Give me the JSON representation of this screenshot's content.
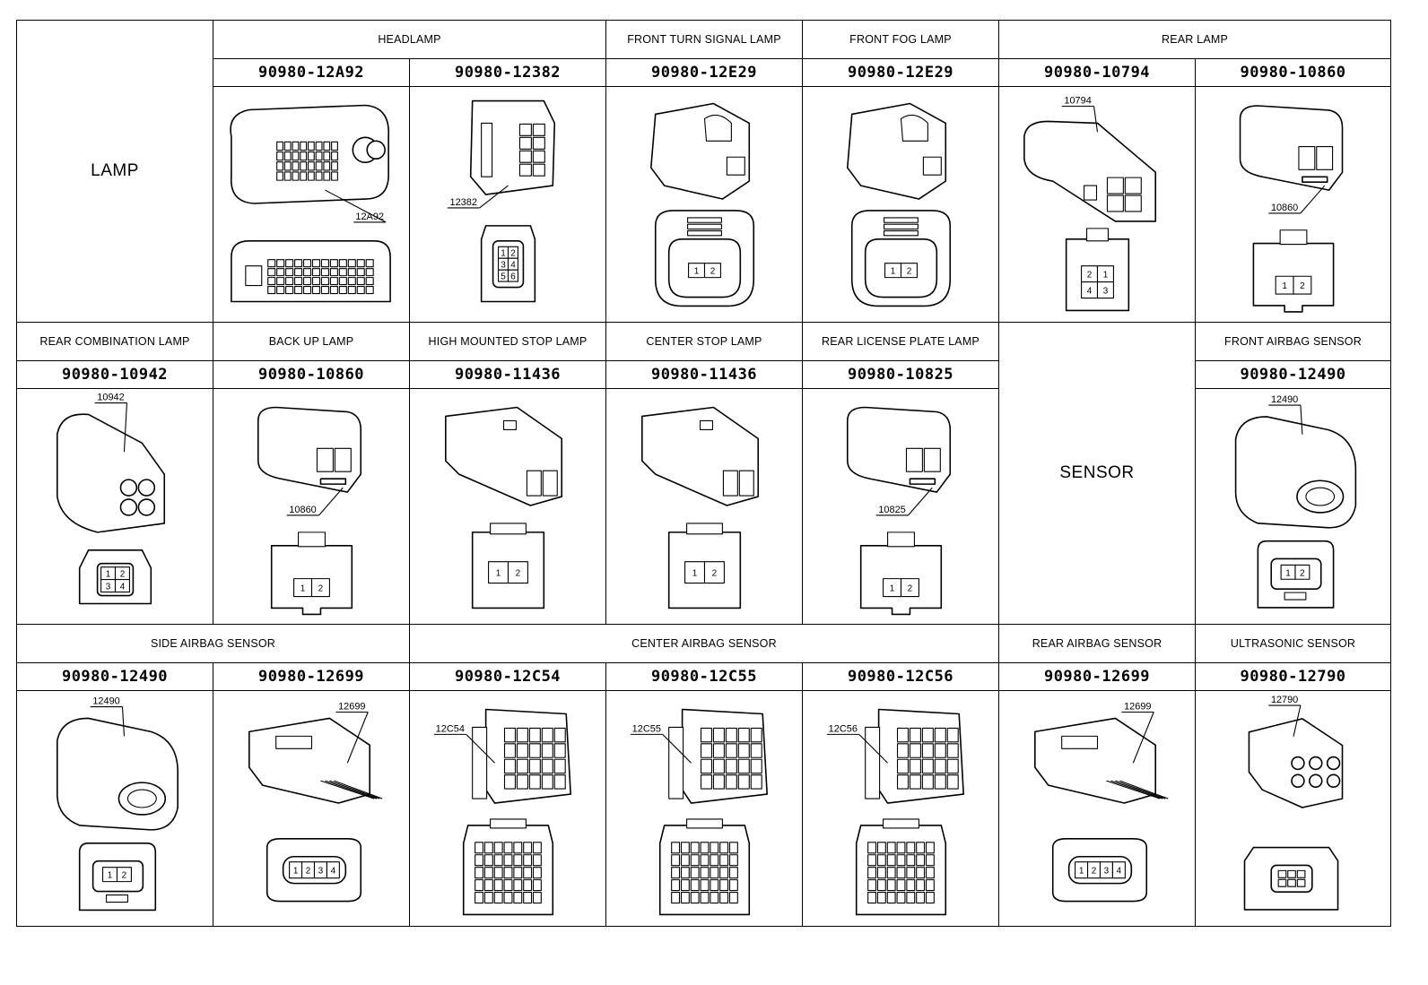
{
  "figure_id": "82E230A",
  "categories": {
    "lamp": "LAMP",
    "sensor": "SENSOR"
  },
  "groups": {
    "headlamp": "HEADLAMP",
    "front_turn": "FRONT TURN SIGNAL LAMP",
    "front_fog": "FRONT FOG LAMP",
    "rear_lamp": "REAR LAMP",
    "rear_combination": "REAR COMBINATION LAMP",
    "back_up": "BACK UP LAMP",
    "high_mounted": "HIGH MOUNTED STOP LAMP",
    "center_stop": "CENTER STOP LAMP",
    "rear_license": "REAR LICENSE PLATE LAMP",
    "front_airbag": "FRONT AIRBAG SENSOR",
    "side_airbag": "SIDE AIRBAG SENSOR",
    "center_airbag": "CENTER AIRBAG SENSOR",
    "rear_airbag": "REAR AIRBAG SENSOR",
    "ultrasonic": "ULTRASONIC SENSOR"
  },
  "connectors": [
    {
      "part": "90980-12A92",
      "code": "12A92",
      "pins": []
    },
    {
      "part": "90980-12382",
      "code": "12382",
      "pins": [
        "1",
        "2",
        "3",
        "4",
        "5",
        "6"
      ]
    },
    {
      "part": "90980-12E29",
      "code": "",
      "pins": [
        "1",
        "2"
      ]
    },
    {
      "part": "90980-12E29",
      "code": "",
      "pins": [
        "1",
        "2"
      ]
    },
    {
      "part": "90980-10794",
      "code": "10794",
      "pins": [
        "2",
        "1",
        "4",
        "3"
      ]
    },
    {
      "part": "90980-10860",
      "code": "10860",
      "pins": [
        "1",
        "2"
      ]
    },
    {
      "part": "90980-10942",
      "code": "10942",
      "pins": [
        "1",
        "2",
        "3",
        "4"
      ]
    },
    {
      "part": "90980-10860",
      "code": "10860",
      "pins": [
        "1",
        "2"
      ]
    },
    {
      "part": "90980-11436",
      "code": "",
      "pins": [
        "1",
        "2"
      ]
    },
    {
      "part": "90980-11436",
      "code": "",
      "pins": [
        "1",
        "2"
      ]
    },
    {
      "part": "90980-10825",
      "code": "10825",
      "pins": [
        "1",
        "2"
      ]
    },
    {
      "part": "90980-12490",
      "code": "12490",
      "pins": [
        "1",
        "2"
      ]
    },
    {
      "part": "90980-12490",
      "code": "12490",
      "pins": [
        "1",
        "2"
      ]
    },
    {
      "part": "90980-12699",
      "code": "12699",
      "pins": [
        "1",
        "2",
        "3",
        "4"
      ]
    },
    {
      "part": "90980-12C54",
      "code": "12C54",
      "pins": []
    },
    {
      "part": "90980-12C55",
      "code": "12C55",
      "pins": []
    },
    {
      "part": "90980-12C56",
      "code": "12C56",
      "pins": []
    },
    {
      "part": "90980-12699",
      "code": "12699",
      "pins": [
        "1",
        "2",
        "3",
        "4"
      ]
    },
    {
      "part": "90980-12790",
      "code": "12790",
      "pins": []
    }
  ]
}
